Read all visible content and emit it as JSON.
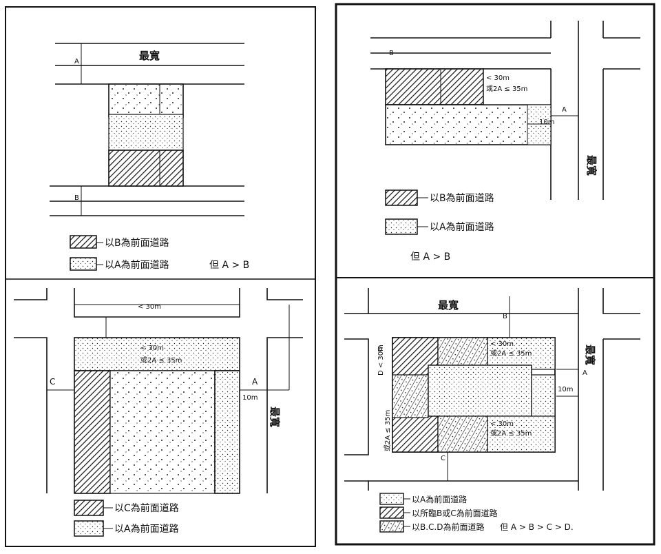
{
  "panel1": {
    "road_label": "最寬",
    "dim_a": "A",
    "dim_b": "B",
    "legend_b": "以B為前面道路",
    "legend_a": "以A為前面道路",
    "condition": "但 A > B"
  },
  "panel2": {
    "road_label": "最寬",
    "dim_a": "A",
    "dim_b": "B",
    "note_depth": "< 30m",
    "note_depth2": "或2A ≤ 35m",
    "note_10": "10m",
    "legend_b": "以B為前面道路",
    "legend_a": "以A為前面道路",
    "condition": "但  A > B"
  },
  "panel3": {
    "road_label": "最寬",
    "dim_a": "A",
    "dim_c": "C",
    "top_width": "< 30m",
    "note_depth": "< 30m",
    "note_depth2": "或2A ≤ 35m",
    "note_10": "10m",
    "legend_c": "以C為前面道路",
    "legend_a": "以A為前面道路"
  },
  "panel4": {
    "road_label": "最寬",
    "road_label_top": "最寬",
    "dim_a": "A",
    "dim_b": "B",
    "dim_c": "C",
    "dim_d": "D",
    "note_tr": "< 30m",
    "note_tr2": "或2A ≤ 35m",
    "note_br": "< 30m",
    "note_br2": "或2A ≤ 35m",
    "note_l1": "D < 30m",
    "note_l2": "或2A ≤ 35m",
    "note_10": "10m",
    "legend_a": "以A為前面道路",
    "legend_bc": "以所臨B或C為前面道路",
    "legend_bcd": "以B.C.D為前面道路",
    "condition": "但 A > B > C > D."
  }
}
